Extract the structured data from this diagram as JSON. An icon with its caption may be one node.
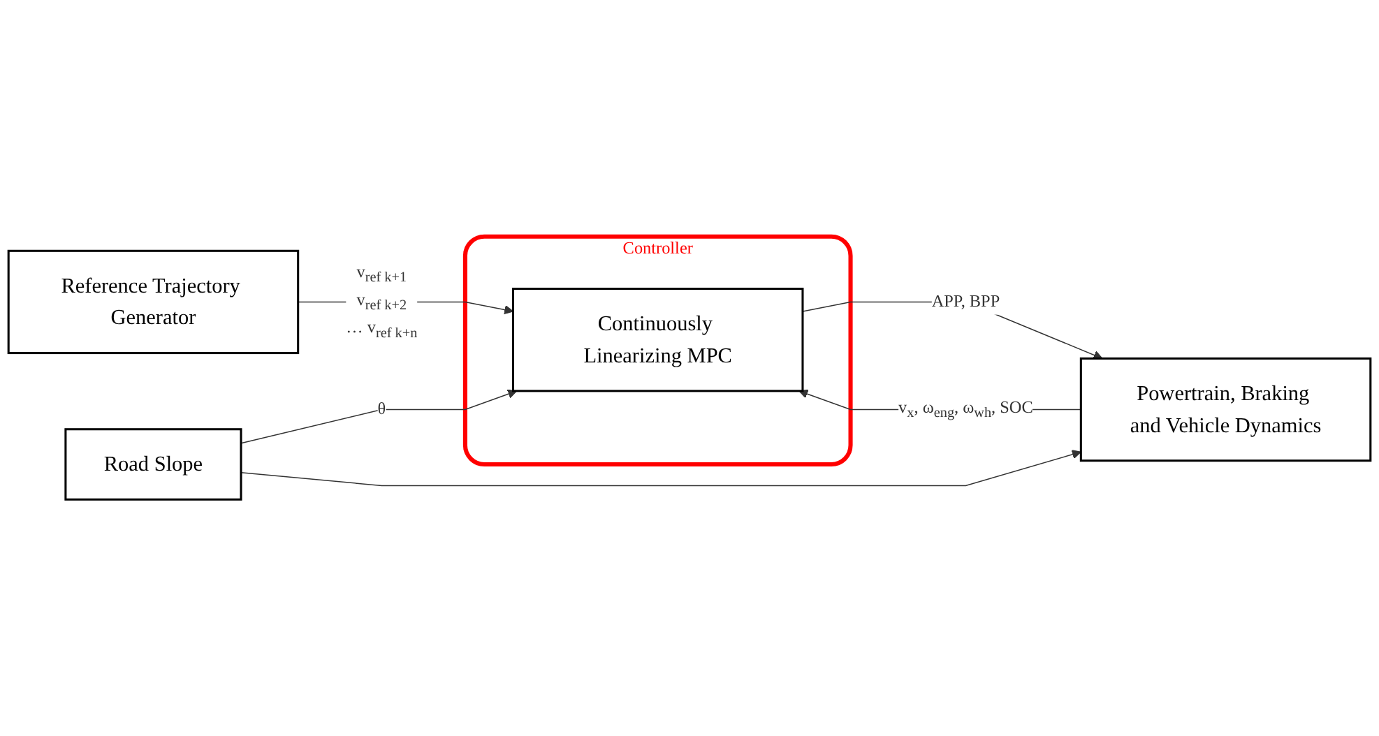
{
  "diagram": {
    "nodes": [
      {
        "text": [
          "Reference Trajectory Generator"
        ]
      },
      {
        "text": [
          "Controller"
        ]
      },
      {
        "text": [
          "Continuously Linearizing MPC"
        ],
        "in": 1
      },
      {
        "text": [
          "Powertrain, Braking and Vehicle Dynamics"
        ]
      },
      {
        "text": [
          "Road Slope"
        ]
      }
    ],
    "edges": [
      {
        "from": 0,
        "to": 2,
        "arrow": "to",
        "label": "v$_{ref k+1}$ v$_{ref k+2}$ … v$_{ref k+n}$"
      },
      {
        "from": 2,
        "to": 3,
        "arrow": "to",
        "label": "APP, BPP"
      },
      {
        "from": 3,
        "to": 2,
        "arrow": "to",
        "label": "v$_{x}$, ω$_{eng}$, ω$_{wh}$, SOC"
      },
      {
        "from": 4,
        "to": 2,
        "arrow": "to",
        "label": "θ"
      },
      {
        "from": 4,
        "to": 3,
        "arrow": "to"
      }
    ]
  }
}
